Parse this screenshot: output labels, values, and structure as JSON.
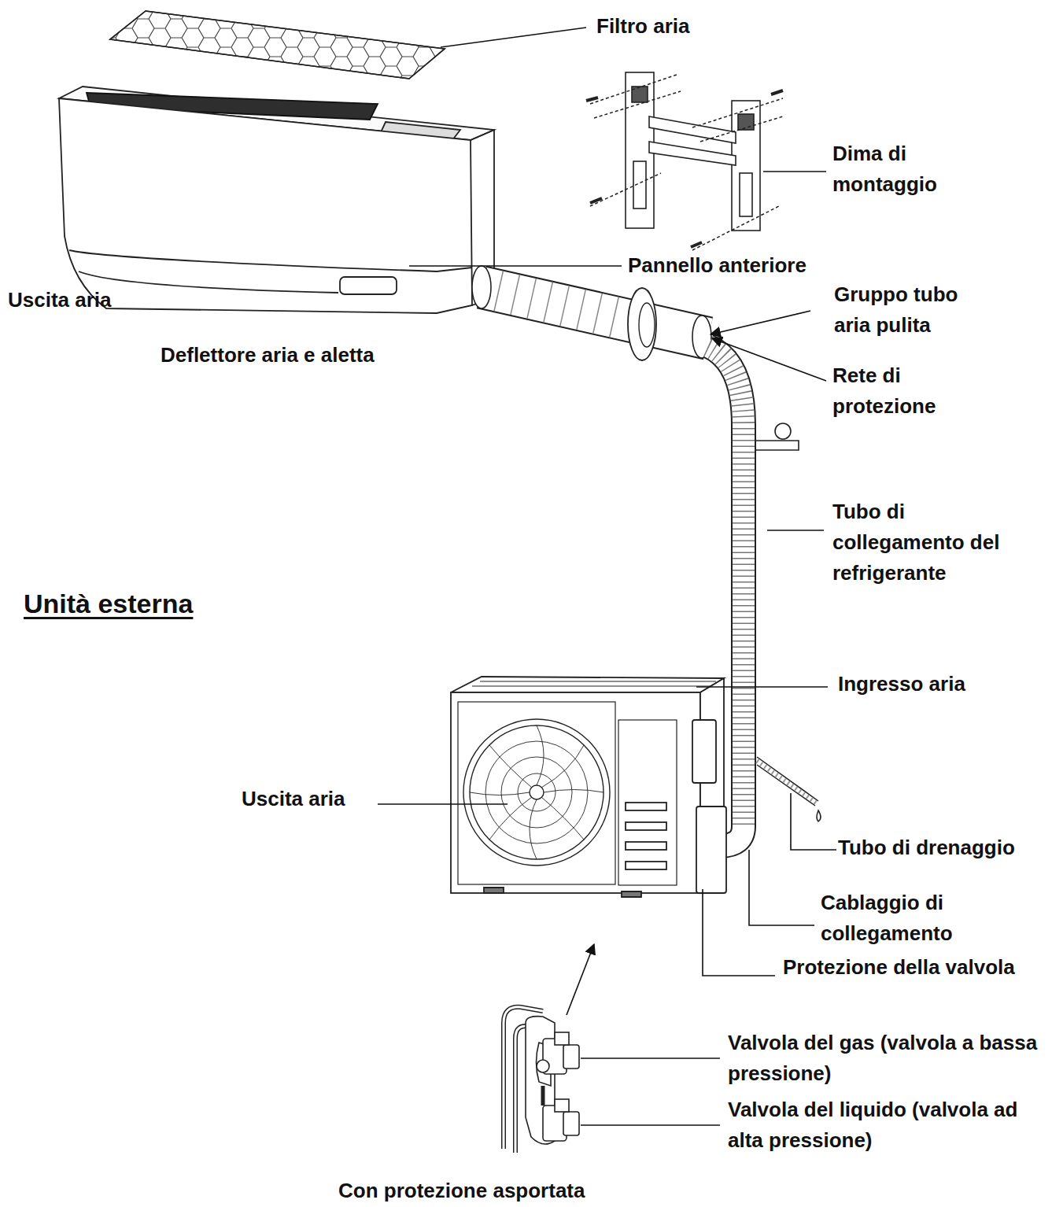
{
  "diagram": {
    "labels": [
      "Filtro aria",
      "Dima di montaggio",
      "Pannello anteriore",
      "Uscita aria",
      "Gruppo tubo aria pulita",
      "Deflettore aria e aletta",
      "Rete di protezione",
      "Tubo di collegamento del refrigerante",
      "Unità esterna",
      "Ingresso aria",
      "Uscita aria",
      "Tubo di drenaggio",
      "Cablaggio di collegamento",
      "Protezione della valvola",
      "Valvola del gas (valvola a bassa pressione)",
      "Valvola del liquido (valvola ad alta pressione)",
      "Con protezione asportata"
    ]
  }
}
